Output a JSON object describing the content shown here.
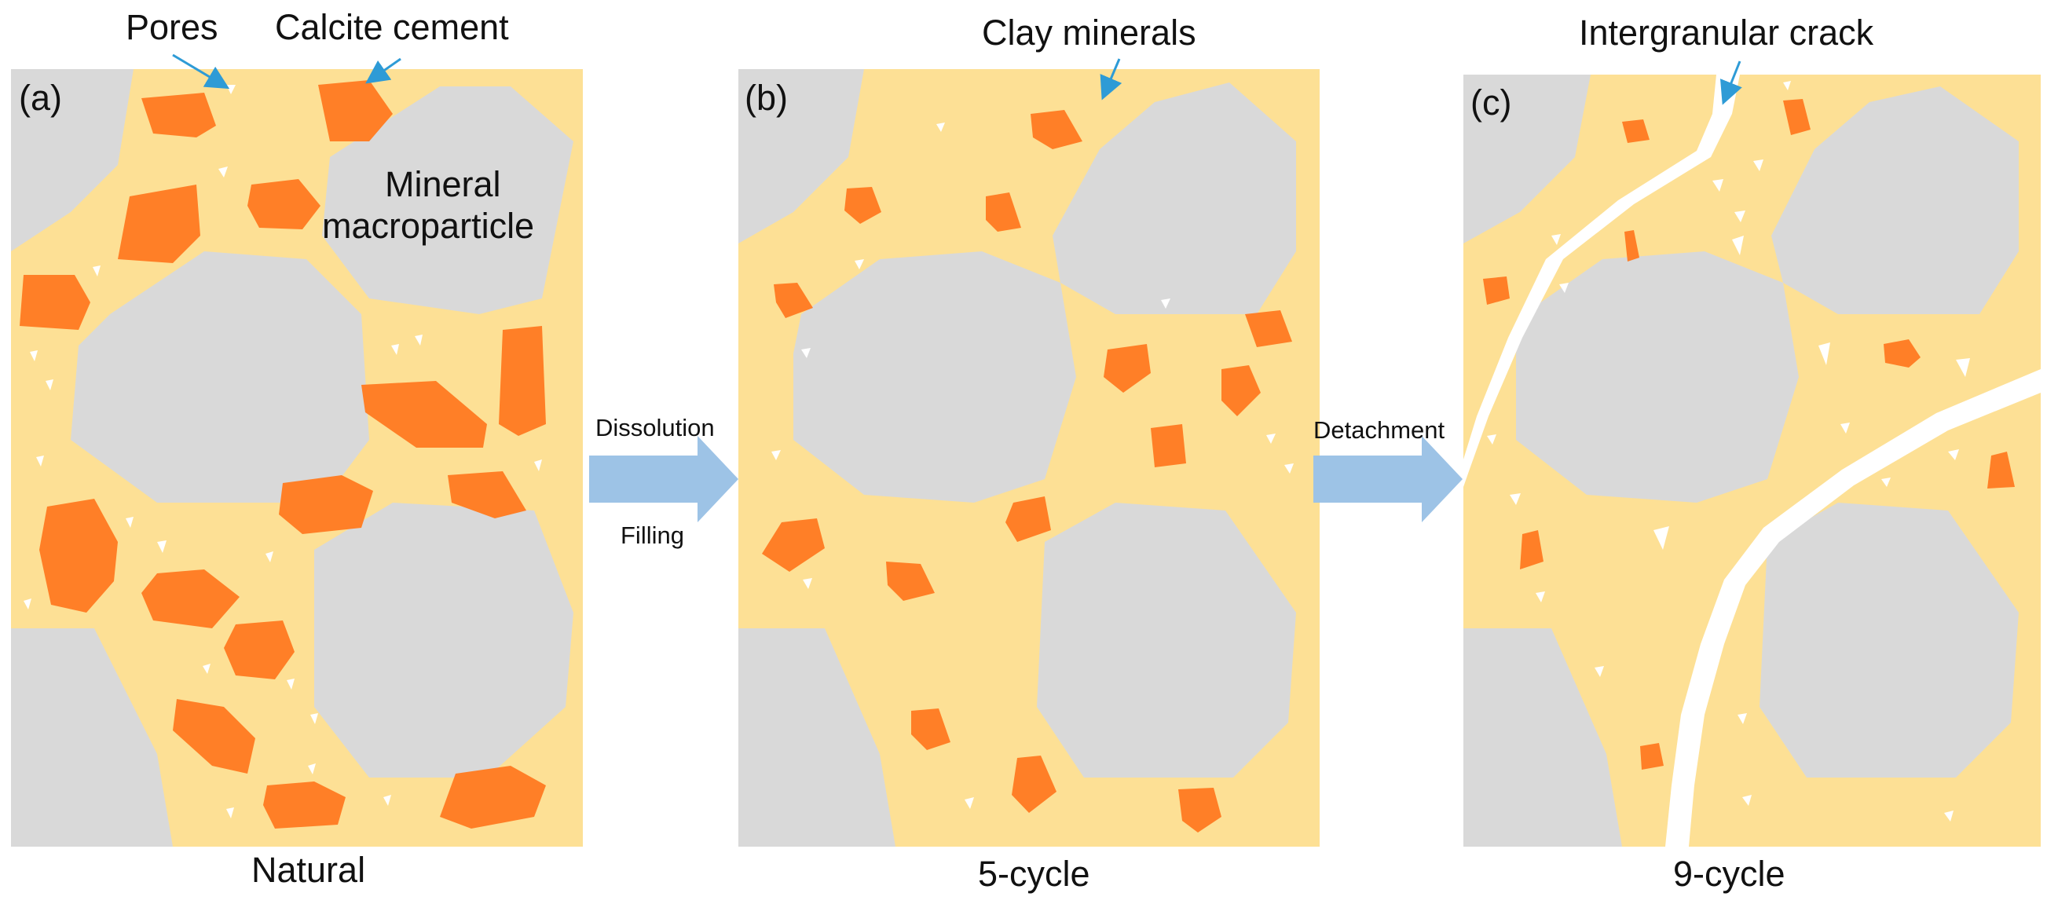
{
  "annotations": {
    "pores": "Pores",
    "calcite_cement": "Calcite cement",
    "mineral": "Mineral",
    "macroparticle": "macroparticle",
    "clay_minerals": "Clay minerals",
    "intergranular_crack": "Intergranular crack"
  },
  "panels": [
    {
      "tag": "(a)",
      "caption": "Natural"
    },
    {
      "tag": "(b)",
      "caption": "5-cycle"
    },
    {
      "tag": "(c)",
      "caption": "9-cycle"
    }
  ],
  "arrows": {
    "first_top": "Dissolution",
    "first_bottom": "Filling",
    "second_top": "Detachment"
  },
  "colors": {
    "matrix": "#FDE095",
    "particle": "#D9D9D9",
    "calcite": "#FF7F27",
    "pore": "#FFFFFF",
    "process_arrow": "#9DC3E6",
    "pointer": "#2E9BD6"
  }
}
